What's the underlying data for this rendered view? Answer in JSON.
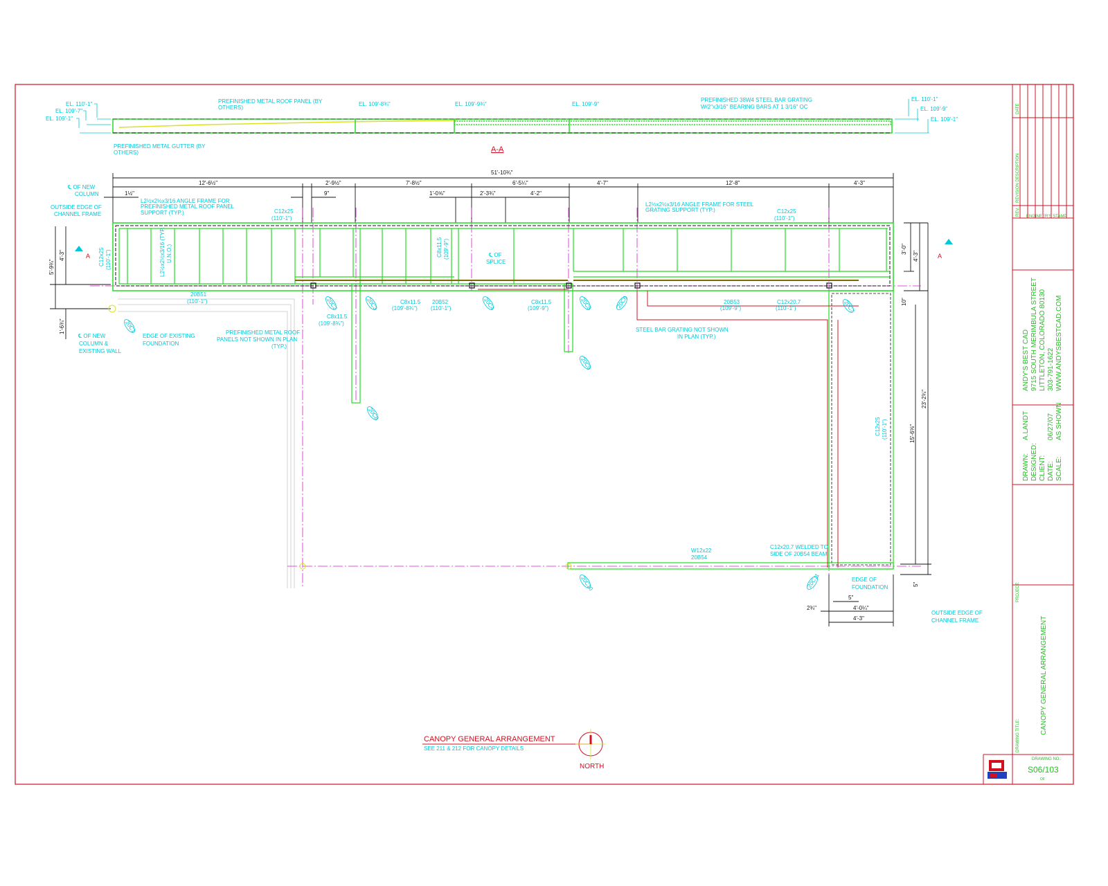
{
  "section": {
    "title": "A-A",
    "elevations_left": [
      "EL. 110'-1\"",
      "EL. 109'-7\"",
      "EL. 109'-1\""
    ],
    "elevations_mid": [
      "EL. 109'-8¾\"",
      "EL. 109'-9¾\"",
      "EL. 109'-9\""
    ],
    "elevations_right": [
      "EL. 110'-1\"",
      "EL. 109'-9\"",
      "EL. 109'-1\""
    ],
    "notes": {
      "roof_panel": [
        "PREFINISHED METAL ROOF PANEL (BY",
        "OTHERS)"
      ],
      "gutter": [
        "PREFINISHED METAL GUTTER (BY",
        "OTHERS)"
      ],
      "grating": [
        "PREFINISHED 38W4 STEEL BAR GRATING",
        "W/2\"x3/16\" BEARING BARS AT 1 3/16\" OC"
      ]
    }
  },
  "plan": {
    "overall_dim": "51'-10¾\"",
    "top_dims": [
      "12'-6½\"",
      "2'-9½\"",
      "7'-8½\"",
      "6'-5¼\"",
      "4'-7\"",
      "12'-8\"",
      "4'-3\""
    ],
    "sub_dims": [
      "1½\"",
      "9\"",
      "1'-0⅝\"",
      "2'-3¾\"",
      "4'-2\""
    ],
    "left_dims": [
      "5'-9¾\"",
      "4'-3\"",
      "1'-6¾\""
    ],
    "right_dims": [
      "3'-0\"",
      "4'-3\"",
      "10\"",
      "23'-2¾\"",
      "15'-6⅝\"",
      "5\""
    ],
    "bottom_dims": [
      "5\"",
      "2¾\"",
      "4'-0¼\"",
      "4'-3\""
    ],
    "section_marker": "A",
    "labels": {
      "cl_new_column": [
        "℄ OF NEW",
        "COLUMN"
      ],
      "outside_edge": [
        "OUTSIDE EDGE OF",
        "CHANNEL FRAME"
      ],
      "angle_frame_roof": [
        "L2½x2½x3/16 ANGLE FRAME FOR",
        "PREFINISHED METAL ROOF PANEL",
        "SUPPORT (TYP.)"
      ],
      "angle_frame_grating": [
        "L2½x2½x3/16 ANGLE FRAME FOR STEEL",
        "GRATING SUPPORT (TYP.)"
      ],
      "c12x25_a": [
        "C12x25",
        "(110'-1\")"
      ],
      "c12x25_b": [
        "C12x25",
        "(110'-1\")"
      ],
      "c12x25_left": [
        "C12x25",
        "(110'-1\")"
      ],
      "c12x25_right": [
        "C12x25",
        "(110'-1\")"
      ],
      "l_typ": [
        "L2½x2½x3/16 (TYP.",
        "U.N.O.)"
      ],
      "beam_20b51": [
        "20B51",
        "(110'-1\")"
      ],
      "c8_a": [
        "C8x11.5",
        "(109'-8¾\")"
      ],
      "c8_b": [
        "C8x11.5",
        "(109'-8¾\")"
      ],
      "c8_c": [
        "C8x11.5",
        "(109'-9\")"
      ],
      "c8_d": [
        "C8x11.5",
        "(109'-9\")"
      ],
      "beam_20b52": [
        "20B52",
        "(110'-1\")"
      ],
      "beam_20b53": [
        "20B53",
        "(109'-9\")"
      ],
      "c12x207": [
        "C12x20.7",
        "(110'-1\")"
      ],
      "splice": [
        "℄ OF",
        "SPLICE"
      ],
      "cl_column_wall": [
        "℄ OF NEW",
        "COLUMN &",
        "EXISTING WALL"
      ],
      "edge_foundation": [
        "EDGE OF EXISTING",
        "FOUNDATION"
      ],
      "roof_panels_note": [
        "PREFINISHED METAL ROOF",
        "PANELS NOT SHOWN IN PLAN",
        "(TYP.)"
      ],
      "grating_note": [
        "STEEL BAR GRATING NOT SHOWN",
        "IN PLAN (TYP.)"
      ],
      "w12": [
        "W12x22",
        "20B54"
      ],
      "c12_welded": [
        "C12x20.7 WELDED TO",
        "SIDE OF 20B54 BEAM"
      ],
      "edge_foundation_2": [
        "EDGE OF",
        "FOUNDATION"
      ],
      "outside_edge_2": [
        "OUTSIDE EDGE OF",
        "CHANNEL FRAME"
      ]
    },
    "column_tags": [
      "20C1",
      "20C2",
      "20C3",
      "20C4",
      "20C5",
      "20C6",
      "20C7",
      "20C8",
      "20C9",
      "20C10",
      "20C11"
    ]
  },
  "caption": {
    "title": "CANOPY GENERAL ARRANGEMENT",
    "subtitle": "SEE 211 & 212 FOR CANOPY DETAILS",
    "north": "NORTH"
  },
  "title_block": {
    "date_header": "DATE",
    "revision_header": "REVISION DESCRIPTION",
    "rev_header": "REV.",
    "stamp": "ENGINEER'S STAMP",
    "company": [
      "ANDY'S BEST CAD",
      "9715 SOUTH MERIMBULA STREET",
      "LITTLETON, COLORADO 80130",
      "303-791-1622",
      "WWW.ANDYSBESTCAD.COM"
    ],
    "fields": [
      {
        "label": "DRAWN:",
        "value": "A.LANDT"
      },
      {
        "label": "DESIGNED:",
        "value": ""
      },
      {
        "label": "CLIENT:",
        "value": ""
      },
      {
        "label": "DATE:",
        "value": "06/27/07"
      },
      {
        "label": "SCALE:",
        "value": "AS SHOWN"
      }
    ],
    "project_label": "PROJECT:",
    "drawing_title_label": "DRAWING TITLE:",
    "drawing_title": "CANOPY GENERAL ARRANGEMENT",
    "drawing_no_label": "DRAWING NO.:",
    "drawing_no": "S06/103",
    "of_label": "OF"
  },
  "colors": {
    "border": "#d01020",
    "steel": "#22dd22",
    "annotation": "#00c8d8",
    "centerline": "#d020d0",
    "dims": "#111111"
  }
}
